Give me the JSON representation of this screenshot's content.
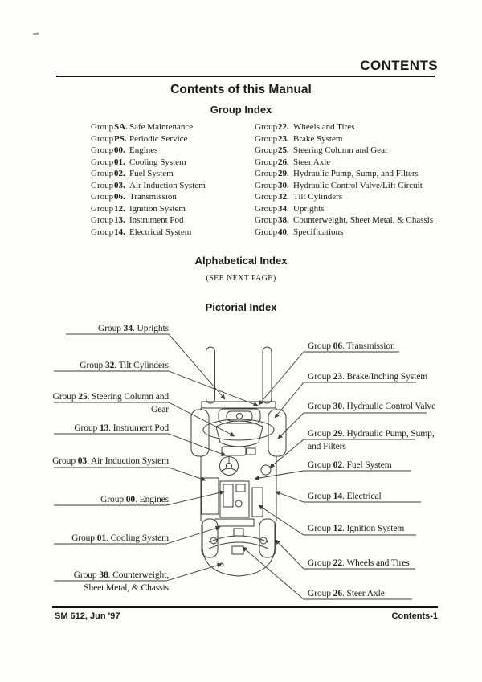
{
  "header": {
    "page_title": "CONTENTS"
  },
  "titles": {
    "manual": "Contents of this Manual",
    "group_index": "Group Index",
    "alphabetical_index": "Alphabetical Index",
    "see_note": "(SEE NEXT PAGE)",
    "pictorial_index": "Pictorial Index"
  },
  "group_index": {
    "left": [
      {
        "g": "Group",
        "n": "SA.",
        "d": "Safe Maintenance"
      },
      {
        "g": "Group",
        "n": "PS.",
        "d": "Periodic Service"
      },
      {
        "g": "Group",
        "n": "00.",
        "d": "Engines"
      },
      {
        "g": "Group",
        "n": "01.",
        "d": "Cooling System"
      },
      {
        "g": "Group",
        "n": "02.",
        "d": "Fuel System"
      },
      {
        "g": "Group",
        "n": "03.",
        "d": "Air Induction System"
      },
      {
        "g": "Group",
        "n": "06.",
        "d": "Transmission"
      },
      {
        "g": "Group",
        "n": "12.",
        "d": "Ignition System"
      },
      {
        "g": "Group",
        "n": "13.",
        "d": "Instrument Pod"
      },
      {
        "g": "Group",
        "n": "14.",
        "d": "Electrical System"
      }
    ],
    "right": [
      {
        "g": "Group",
        "n": "22.",
        "d": "Wheels and Tires"
      },
      {
        "g": "Group",
        "n": "23.",
        "d": "Brake System"
      },
      {
        "g": "Group",
        "n": "25.",
        "d": "Steering Column and Gear"
      },
      {
        "g": "Group",
        "n": "26.",
        "d": "Steer Axle"
      },
      {
        "g": "Group",
        "n": "29.",
        "d": "Hydraulic Pump, Sump, and Filters"
      },
      {
        "g": "Group",
        "n": "30.",
        "d": "Hydraulic Control Valve/Lift Circuit"
      },
      {
        "g": "Group",
        "n": "32.",
        "d": "Tilt Cylinders"
      },
      {
        "g": "Group",
        "n": "34.",
        "d": "Uprights"
      },
      {
        "g": "Group",
        "n": "38.",
        "d": "Counterweight, Sheet Metal, & Chassis"
      },
      {
        "g": "Group",
        "n": "40.",
        "d": "Specifications"
      }
    ]
  },
  "pictorial": {
    "left": [
      {
        "g": "Group",
        "n": "34",
        "r": ". Uprights"
      },
      {
        "g": "Group",
        "n": "32",
        "r": ". Tilt Cylinders"
      },
      {
        "g": "Group",
        "n": "25",
        "r": ". Steering Column and",
        "l2": "Gear"
      },
      {
        "g": "Group",
        "n": "13",
        "r": ". Instrument Pod"
      },
      {
        "g": "Group",
        "n": "03",
        "r": ". Air Induction System"
      },
      {
        "g": "Group",
        "n": "00",
        "r": ". Engines"
      },
      {
        "g": "Group",
        "n": "01",
        "r": ". Cooling System"
      },
      {
        "g": "Group",
        "n": "38",
        "r": ". Counterweight,",
        "l2": "Sheet Metal, & Chassis"
      }
    ],
    "right": [
      {
        "g": "Group",
        "n": "06",
        "r": ". Transmission"
      },
      {
        "g": "Group",
        "n": "23",
        "r": ". Brake/Inching System"
      },
      {
        "g": "Group",
        "n": "30",
        "r": ". Hydraulic Control Valve"
      },
      {
        "g": "Group",
        "n": "29",
        "r": ". Hydraulic Pump, Sump,",
        "l2": "and Filters"
      },
      {
        "g": "Group",
        "n": "02",
        "r": ". Fuel System"
      },
      {
        "g": "Group",
        "n": "14",
        "r": ". Electrical"
      },
      {
        "g": "Group",
        "n": "12",
        "r": ". Ignition System"
      },
      {
        "g": "Group",
        "n": "22",
        "r": ". Wheels and Tires"
      },
      {
        "g": "Group",
        "n": "26",
        "r": ". Steer Axle"
      }
    ]
  },
  "diagram": {
    "subject": "forklift-top-view-line-drawing"
  },
  "footer": {
    "left": "SM 612, Jun '97",
    "right": "Contents-1"
  },
  "colors": {
    "ink": "#1b1b1b",
    "line": "#3c3c3c",
    "paper": "#fdfdfc"
  }
}
